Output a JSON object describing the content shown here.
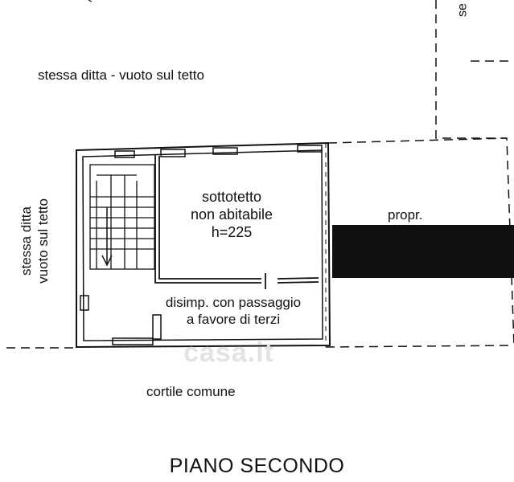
{
  "labels": {
    "top_roof": "stessa ditta - vuoto sul tetto",
    "side_roof_line1": "stessa ditta",
    "side_roof_line2": "vuoto sul tetto",
    "attic_line1": "sottotetto",
    "attic_line2": "non abitabile",
    "attic_height": "h=225",
    "landing_line1": "disimp. con passaggio",
    "landing_line2": "a favore di terzi",
    "property": "propr.",
    "courtyard": "cortile comune",
    "floor_title": "PIANO SECONDO",
    "top_right_fragment": "se"
  },
  "watermark": "casa.it",
  "colors": {
    "ink": "#111111",
    "background": "#ffffff",
    "watermark": "#e3e3e3"
  }
}
